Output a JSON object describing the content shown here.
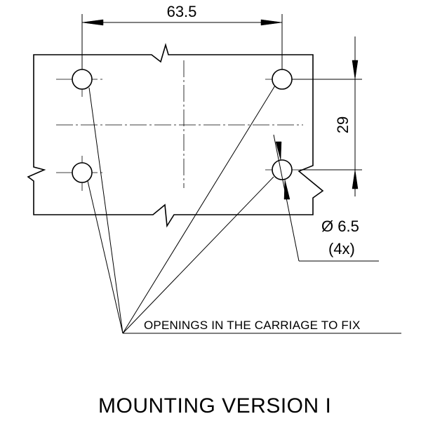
{
  "dimensions": {
    "horizontal_spacing": "63.5",
    "vertical_spacing": "29",
    "hole_diameter": "Ø 6.5",
    "hole_count": "(4x)"
  },
  "annotation": {
    "openings_note": "OPENINGS IN THE CARRIAGE TO FIX"
  },
  "caption": {
    "title": "MOUNTING VERSION I"
  }
}
